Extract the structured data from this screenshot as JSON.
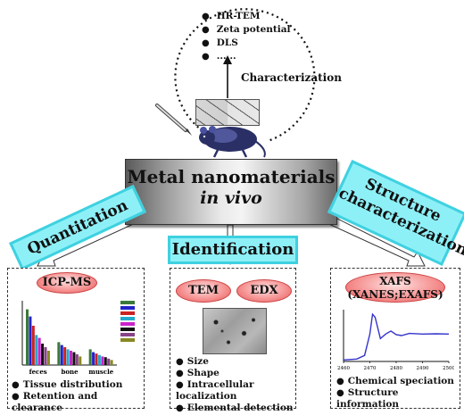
{
  "characterization": {
    "items": [
      "HR-TEM",
      "Zeta potential",
      "DLS",
      "......"
    ],
    "label": "Characterization"
  },
  "center": {
    "title": "Metal nanomaterials",
    "subtitle": "in vivo"
  },
  "branches": {
    "quantitation": "Quantitation",
    "identification": "Identification",
    "structure_line1": "Structure",
    "structure_line2": "characterization"
  },
  "icpms": {
    "label": "ICP-MS",
    "bullets": [
      "Tissue distribution",
      "Retention and clearance"
    ]
  },
  "identification_panel": {
    "pill1": "TEM",
    "pill2": "EDX",
    "bullets": [
      "Size",
      "Shape",
      "Intracellular localization",
      "Elemental detection"
    ]
  },
  "xafs": {
    "label_line1": "XAFS",
    "label_line2": "(XANES;EXAFS)",
    "bullets": [
      "Chemical speciation",
      "Structure information"
    ]
  },
  "colors": {
    "cyan_fill": "#8ef0f7",
    "cyan_border": "#3fd1e0",
    "pill": "#f58e8e",
    "spectrum": "#3333cc"
  },
  "chart_data": [
    {
      "type": "bar",
      "categories": [
        "feces",
        "bone",
        "muscle"
      ],
      "series": [
        {
          "values": [
            78,
            32,
            22
          ]
        },
        {
          "values": [
            68,
            28,
            18
          ]
        },
        {
          "values": [
            55,
            25,
            16
          ]
        },
        {
          "values": [
            42,
            22,
            14
          ]
        },
        {
          "values": [
            38,
            20,
            12
          ]
        },
        {
          "values": [
            30,
            18,
            11
          ]
        },
        {
          "values": [
            25,
            15,
            9
          ]
        },
        {
          "values": [
            20,
            12,
            7
          ]
        }
      ],
      "series_colors": [
        "#3a7a3a",
        "#2222cc",
        "#cc2222",
        "#22aacc",
        "#cc22cc",
        "#111111",
        "#884488",
        "#888822"
      ]
    },
    {
      "type": "line",
      "x": [
        2460,
        2465,
        2468,
        2470,
        2471,
        2472,
        2474,
        2476,
        2478,
        2480,
        2482,
        2485,
        2490,
        2495,
        2500
      ],
      "y": [
        0.05,
        0.08,
        0.2,
        0.9,
        1.55,
        1.45,
        0.75,
        0.9,
        1.0,
        0.88,
        0.85,
        0.92,
        0.9,
        0.91,
        0.9
      ],
      "xlim": [
        2460,
        2500
      ],
      "xticks": [
        "2460",
        "2470",
        "2480",
        "2490",
        "2500"
      ],
      "color": "#3333cc"
    }
  ]
}
